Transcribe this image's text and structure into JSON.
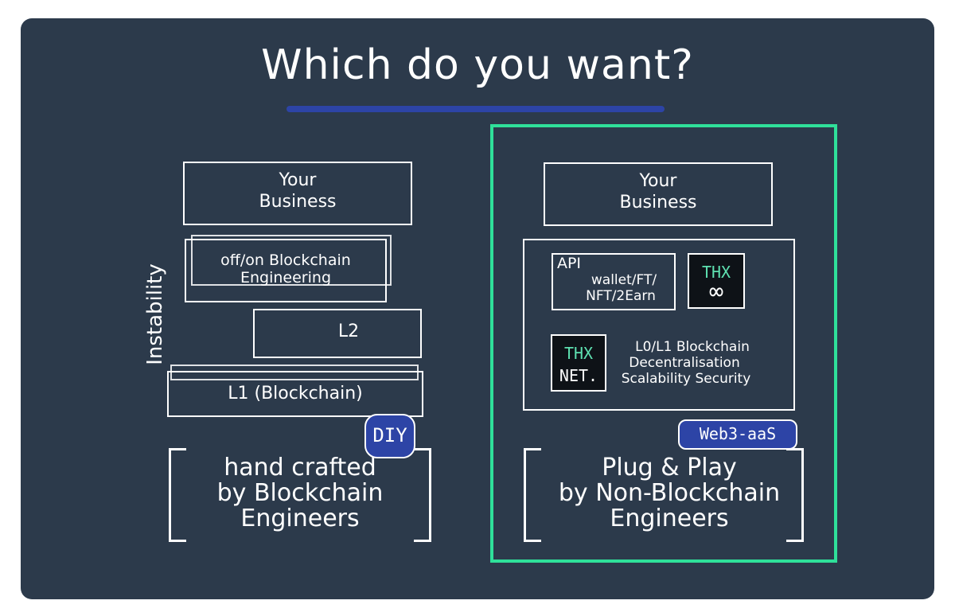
{
  "title": "Which do you want?",
  "left": {
    "axis_label": "Instability",
    "layers": [
      {
        "label_line1": "Your",
        "label_line2": "Business"
      },
      {
        "label_line1": "off/on Blockchain",
        "label_line2": "Engineering"
      },
      {
        "label": "L2"
      },
      {
        "label": "L1 (Blockchain)"
      }
    ],
    "badge": "DIY",
    "caption_lines": [
      "hand crafted",
      "by Blockchain",
      "Engineers"
    ]
  },
  "right": {
    "business_line1": "Your",
    "business_line2": "Business",
    "api_label": "API",
    "api_items_line1": "wallet/FT/",
    "api_items_line2": "NFT/2Earn",
    "logo_top": {
      "line1": "THX",
      "line2": "∞"
    },
    "logo_net": {
      "line1": "THX",
      "line2": "NET."
    },
    "net_desc_lines": [
      "L0/L1 Blockchain",
      "Decentralisation",
      "Scalability Security"
    ],
    "badge": "Web3-aaS",
    "caption_lines": [
      "Plug & Play",
      "by Non-Blockchain",
      "Engineers"
    ],
    "frame_color": "#2fe09a"
  },
  "colors": {
    "board": "#2c3a4b",
    "accent_blue": "#2d44a6",
    "accent_green": "#2fe09a"
  }
}
